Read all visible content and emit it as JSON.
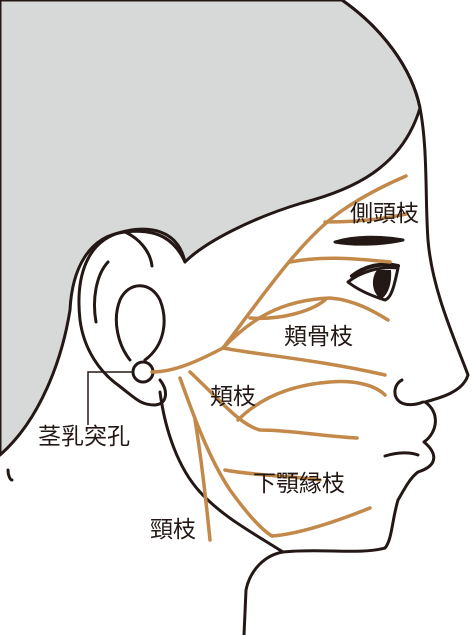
{
  "colors": {
    "hair": "#d7d8d8",
    "outline": "#231815",
    "nerve": "#c2894a",
    "background": "#ffffff"
  },
  "labels": {
    "temporal_branch": "側頭枝",
    "zygomatic_branch": "頬骨枝",
    "buccal_branch": "頬枝",
    "mandibular_branch": "下顎縁枝",
    "cervical_branch": "頸枝",
    "stylomastoid_foramen": "茎乳突孔"
  }
}
